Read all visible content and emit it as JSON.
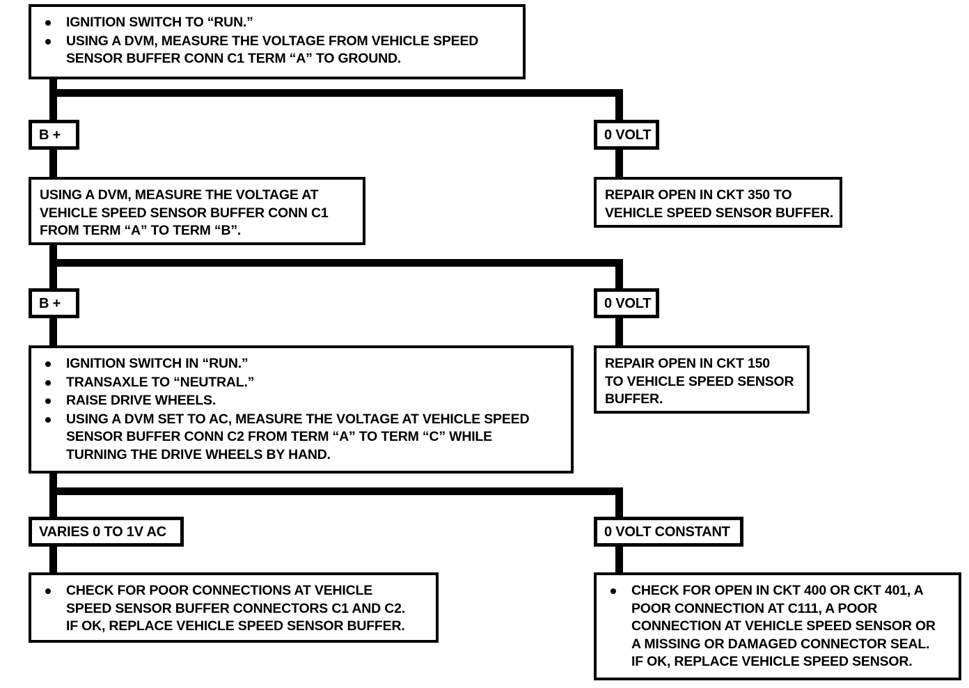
{
  "document": {
    "type": "diagnostic-flowchart",
    "subject": "Vehicle Speed Sensor Buffer circuit diagnosis"
  },
  "nodes": {
    "step1": {
      "kind": "step",
      "bullets": [
        [
          "IGNITION SWITCH TO “RUN.”"
        ],
        [
          "USING A DVM, MEASURE THE VOLTAGE FROM VEHICLE SPEED",
          "SENSOR BUFFER CONN C1 TERM “A” TO GROUND."
        ]
      ]
    },
    "label_bplus_1": {
      "kind": "label",
      "text": "B +"
    },
    "label_zero_1": {
      "kind": "label",
      "text": "0 VOLT"
    },
    "step2": {
      "kind": "step",
      "lines": [
        "USING A DVM, MEASURE THE VOLTAGE AT",
        "VEHICLE SPEED SENSOR BUFFER CONN C1",
        "FROM TERM “A” TO TERM “B”."
      ]
    },
    "repair350": {
      "kind": "step",
      "lines": [
        "REPAIR OPEN IN CKT 350 TO",
        "VEHICLE SPEED SENSOR BUFFER."
      ]
    },
    "label_bplus_2": {
      "kind": "label",
      "text": "B +"
    },
    "label_zero_2": {
      "kind": "label",
      "text": "0 VOLT"
    },
    "step3": {
      "kind": "step",
      "bullets": [
        [
          "IGNITION SWITCH IN “RUN.”"
        ],
        [
          "TRANSAXLE TO “NEUTRAL.”"
        ],
        [
          "RAISE DRIVE WHEELS."
        ],
        [
          "USING A DVM SET TO AC, MEASURE THE VOLTAGE AT VEHICLE SPEED",
          "SENSOR BUFFER CONN C2 FROM TERM “A” TO TERM “C” WHILE",
          "TURNING THE DRIVE WHEELS BY HAND."
        ]
      ]
    },
    "repair150": {
      "kind": "step",
      "lines": [
        "REPAIR OPEN IN CKT 150",
        "TO VEHICLE SPEED SENSOR",
        "BUFFER."
      ]
    },
    "label_varies": {
      "kind": "label",
      "text": "VARIES 0 TO 1V AC"
    },
    "label_zero_constant": {
      "kind": "label",
      "text": "0 VOLT CONSTANT"
    },
    "result_left": {
      "kind": "step",
      "bullets": [
        [
          "CHECK FOR POOR CONNECTIONS AT VEHICLE",
          "SPEED SENSOR BUFFER CONNECTORS C1 AND C2.",
          "IF OK, REPLACE VEHICLE SPEED SENSOR BUFFER."
        ]
      ]
    },
    "result_right": {
      "kind": "step",
      "bullets": [
        [
          "CHECK FOR OPEN IN CKT 400 OR CKT 401, A",
          "POOR CONNECTION AT C111, A POOR",
          "CONNECTION AT VEHICLE SPEED SENSOR OR",
          "A MISSING OR DAMAGED CONNECTOR SEAL.",
          "IF OK, REPLACE VEHICLE SPEED SENSOR."
        ]
      ]
    }
  },
  "colors": {
    "line": "#000000",
    "background": "#ffffff",
    "text": "#000000"
  }
}
